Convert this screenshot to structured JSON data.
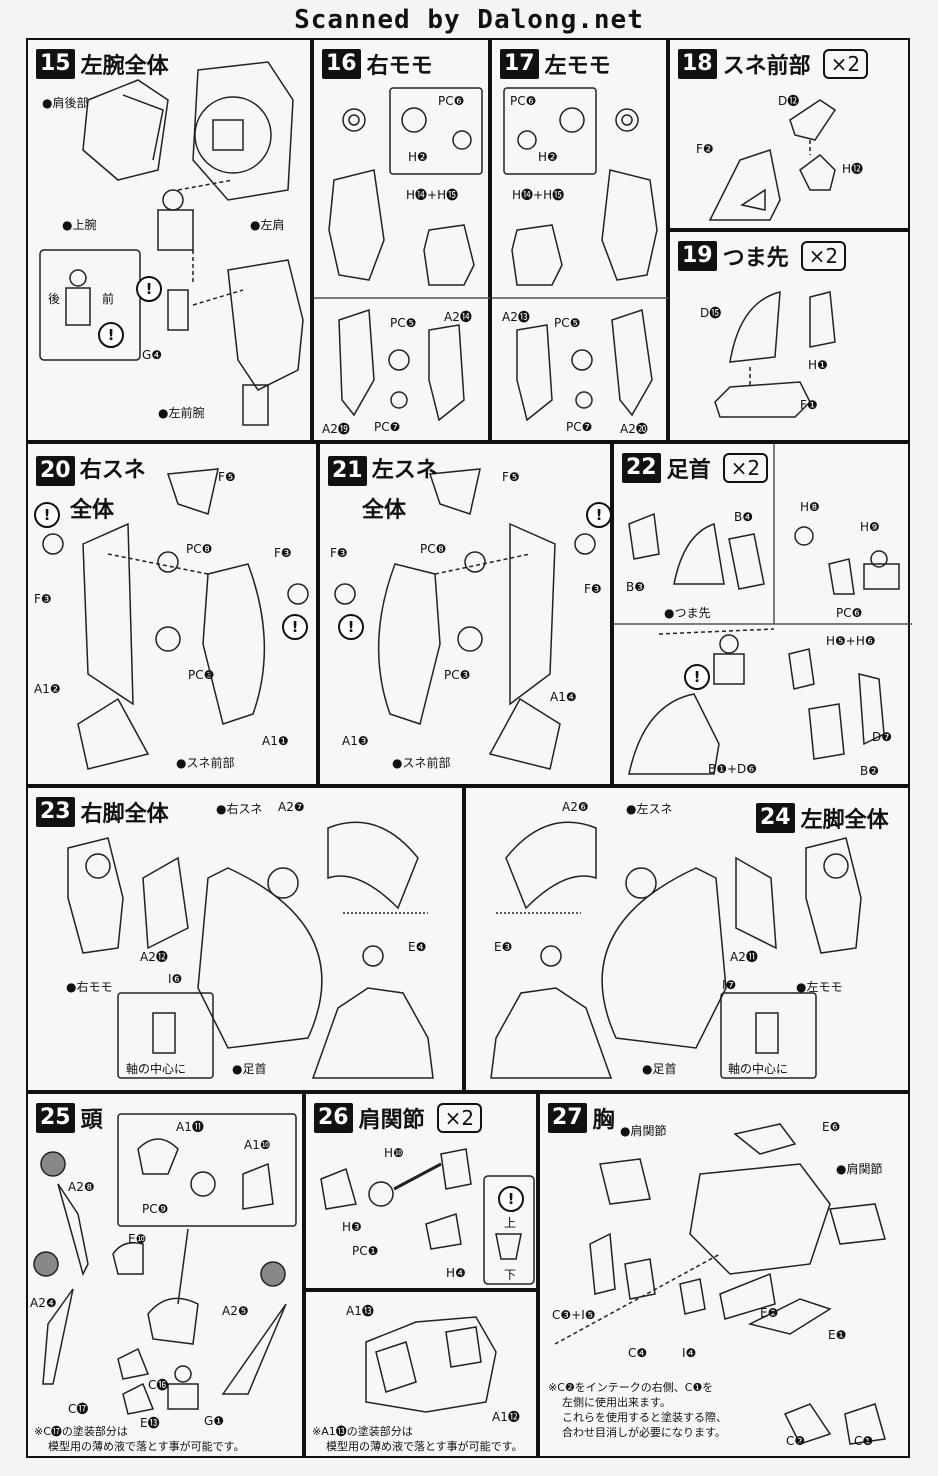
{
  "banner": "Scanned by Dalong.net",
  "steps": {
    "s15": {
      "num": "15",
      "title": "左腕全体",
      "labels": {
        "a": "●肩後部",
        "b": "●上腕",
        "c": "●左肩",
        "d": "後",
        "e": "前",
        "f": "G❹",
        "g": "●左前腕"
      }
    },
    "s16": {
      "num": "16",
      "title": "右モモ",
      "labels": {
        "a": "PC❻",
        "b": "H❷",
        "c": "H⓮+H⓯",
        "d": "PC❺",
        "e": "A2⓮",
        "f": "A2⓳",
        "g": "PC❼"
      }
    },
    "s17": {
      "num": "17",
      "title": "左モモ",
      "labels": {
        "a": "PC❻",
        "b": "H❷",
        "c": "H⓮+H⓯",
        "d": "A2⓭",
        "e": "PC❺",
        "f": "PC❼",
        "g": "A2⓴"
      }
    },
    "s18": {
      "num": "18",
      "title": "スネ前部",
      "mult": "×2",
      "labels": {
        "a": "D⓬",
        "b": "F❷",
        "c": "H⓬"
      }
    },
    "s19": {
      "num": "19",
      "title": "つま先",
      "mult": "×2",
      "labels": {
        "a": "D⓯",
        "b": "H❶",
        "c": "F❶"
      }
    },
    "s20": {
      "num": "20",
      "title": "右スネ",
      "title2": "全体",
      "labels": {
        "a": "F❺",
        "b": "PC❽",
        "c": "F❸",
        "d": "F❸",
        "e": "PC❸",
        "f": "A1❷",
        "g": "A1❶",
        "h": "●スネ前部"
      }
    },
    "s21": {
      "num": "21",
      "title": "左スネ",
      "title2": "全体",
      "labels": {
        "a": "F❺",
        "b": "PC❽",
        "c": "F❸",
        "d": "F❸",
        "e": "PC❸",
        "f": "A1❹",
        "g": "A1❸",
        "h": "●スネ前部"
      }
    },
    "s22": {
      "num": "22",
      "title": "足首",
      "mult": "×2",
      "labels": {
        "a": "B❹",
        "b": "B❸",
        "c": "●つま先",
        "d": "H❽",
        "e": "H❾",
        "f": "PC❻",
        "g": "H❺+H❻",
        "h": "D❼",
        "i": "B❷",
        "j": "B❶+D❻"
      }
    },
    "s23": {
      "num": "23",
      "title": "右脚全体",
      "labels": {
        "a": "●右スネ",
        "b": "A2❼",
        "c": "A2⓬",
        "d": "I❻",
        "e": "E❹",
        "f": "●右モモ",
        "g": "●足首",
        "h": "軸の中心に"
      }
    },
    "s24": {
      "num": "24",
      "title": "左脚全体",
      "labels": {
        "a": "A2❻",
        "b": "●左スネ",
        "c": "E❸",
        "d": "A2⓫",
        "e": "I❼",
        "f": "●左モモ",
        "g": "●足首",
        "h": "軸の中心に"
      }
    },
    "s25": {
      "num": "25",
      "title": "頭",
      "labels": {
        "a": "A2❽",
        "b": "A1⓫",
        "c": "A1❿",
        "d": "PC❾",
        "e": "E❿",
        "f": "A2❹",
        "g": "A2❺",
        "h": "C⓰",
        "i": "C⓱",
        "j": "E⓭",
        "k": "G❶"
      },
      "note": [
        "※C⓱の塗装部分は",
        "模型用の薄め液で落とす事が可能です。"
      ]
    },
    "s26": {
      "num": "26",
      "title": "肩関節",
      "mult": "×2",
      "labels": {
        "a": "H❿",
        "b": "H❸",
        "c": "PC❶",
        "d": "H❹",
        "e": "上",
        "f": "下",
        "g": "A1⓭",
        "h": "A1⓬"
      },
      "note": [
        "※A1⓭の塗装部分は",
        "模型用の薄め液で落とす事が可能です。"
      ]
    },
    "s27": {
      "num": "27",
      "title": "胸",
      "labels": {
        "a": "●肩関節",
        "b": "E❻",
        "c": "●肩関節",
        "d": "C❸+I❺",
        "e": "C❹",
        "f": "I❹",
        "g": "E❷",
        "h": "E❶",
        "i": "C❷",
        "j": "C❶"
      },
      "note": [
        "※C❷をインテークの右側、C❶を",
        "左側に使用出来ます。",
        "これらを使用すると塗装する際、",
        "合わせ目消しが必要になります。"
      ]
    }
  }
}
